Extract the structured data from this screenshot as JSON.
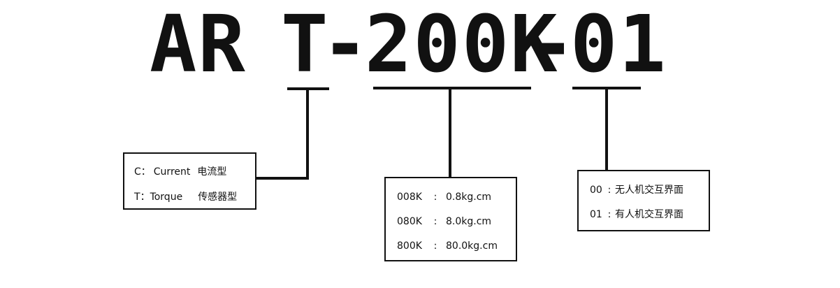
{
  "title": {
    "prefix": "AR",
    "type_code": "T",
    "sep1": "-",
    "torque_code": "200K",
    "sep2": "-",
    "hmi_code": "01"
  },
  "type_box": {
    "rows": [
      {
        "code": "C",
        "sep": "：",
        "name": "Current",
        "cn": "电流型"
      },
      {
        "code": "T",
        "sep": "：",
        "name": "Torque",
        "cn": "传感器型"
      }
    ]
  },
  "torque_box": {
    "rows": [
      {
        "code": "008K",
        "sep": ":",
        "value": "0.8kg.cm"
      },
      {
        "code": "080K",
        "sep": ":",
        "value": "8.0kg.cm"
      },
      {
        "code": "800K",
        "sep": ":",
        "value": "80.0kg.cm"
      }
    ]
  },
  "hmi_box": {
    "rows": [
      {
        "code": "00",
        "sep": ":",
        "desc": "无人机交互界面"
      },
      {
        "code": "01",
        "sep": ":",
        "desc": "有人机交互界面"
      }
    ]
  }
}
